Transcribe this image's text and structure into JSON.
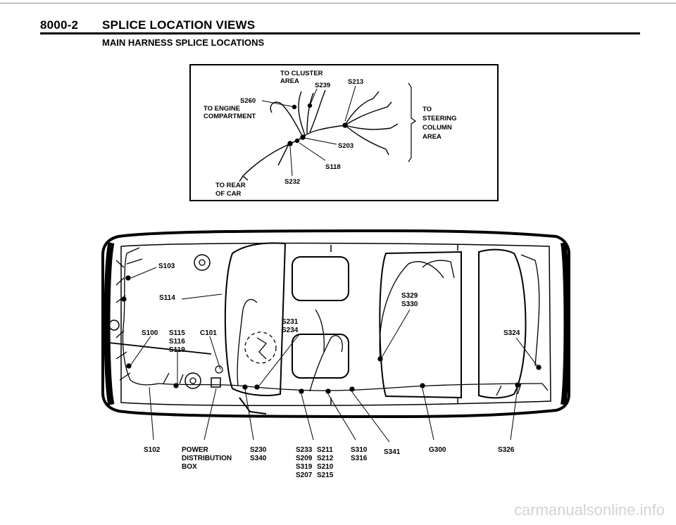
{
  "header": {
    "page_number": "8000-2",
    "title": "SPLICE LOCATION VIEWS",
    "subtitle": "MAIN HARNESS SPLICE LOCATIONS"
  },
  "inset": {
    "to_cluster_1": "TO CLUSTER",
    "to_cluster_2": "AREA",
    "to_engine_1": "TO ENGINE",
    "to_engine_2": "COMPARTMENT",
    "to_steering_1": "TO",
    "to_steering_2": "STEERING",
    "to_steering_3": "COLUMN",
    "to_steering_4": "AREA",
    "to_rear_1": "TO REAR",
    "to_rear_2": "OF CAR",
    "s239": "S239",
    "s213": "S213",
    "s260": "S260",
    "s203": "S203",
    "s118": "S118",
    "s232": "S232"
  },
  "car": {
    "s103": "S103",
    "s114": "S114",
    "s100": "S100",
    "s115": "S115",
    "s116": "S116",
    "s119": "S119",
    "c101": "C101",
    "s231": "S231",
    "s234": "S234",
    "s329": "S329",
    "s330": "S330",
    "s324": "S324"
  },
  "bottom": {
    "s102": "S102",
    "power_1": "POWER",
    "power_2": "DISTRIBUTION",
    "power_3": "BOX",
    "s230": "S230",
    "s340": "S340",
    "col_a": [
      "S233",
      "S209",
      "S319",
      "S207"
    ],
    "col_b": [
      "S211",
      "S212",
      "S210",
      "S215"
    ],
    "s310": "S310",
    "s316": "S316",
    "s341": "S341",
    "g300": "G300",
    "s326": "S326"
  },
  "watermark": "carmanualsonline.info"
}
